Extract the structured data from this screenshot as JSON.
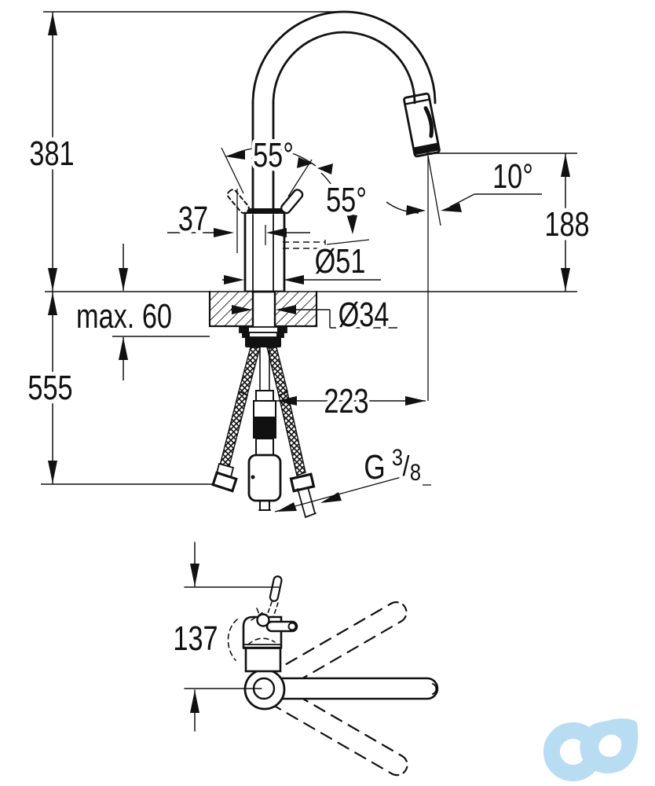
{
  "page": {
    "background": "#ffffff",
    "line_color": "#111111"
  },
  "front_view": {
    "labels": {
      "overall_height": "381",
      "below_counter_depth": "555",
      "counter_thickness": "max. 60",
      "handle_swivel_left": "55°",
      "handle_swivel_right": "55°",
      "handle_offset": "37",
      "body_diameter": "Ø51",
      "hole_diameter": "Ø34",
      "spray_angle": "10°",
      "outlet_height": "188",
      "spout_reach": "223",
      "thread_g": "G",
      "thread_numerator": "3",
      "thread_slash": "/",
      "thread_denominator": "8"
    }
  },
  "plan_view": {
    "labels": {
      "lever_length": "137"
    }
  },
  "watermark": {
    "color": "#b8dcf2"
  }
}
